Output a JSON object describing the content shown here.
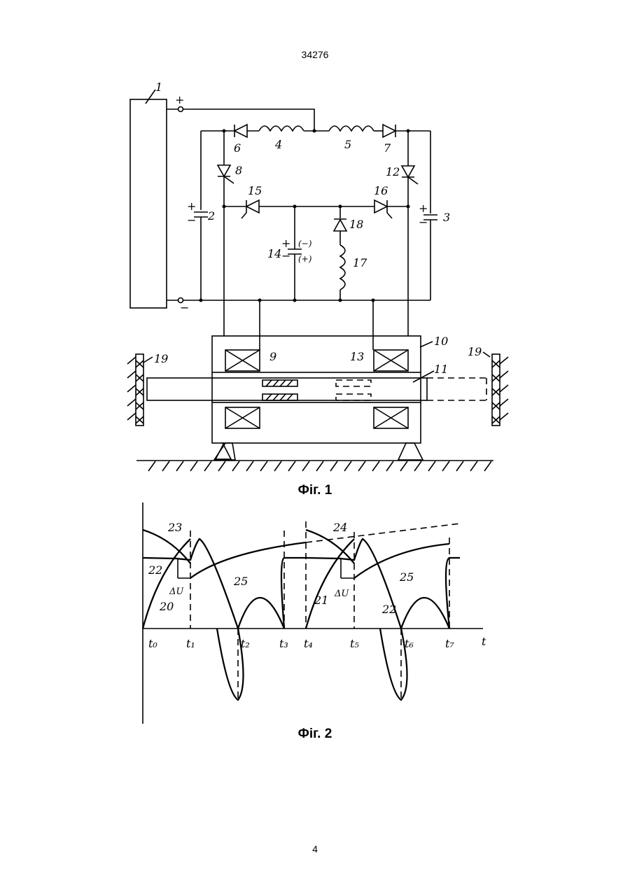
{
  "page": {
    "header_number": "34276",
    "footer_number": "4"
  },
  "figure1": {
    "caption": "Фіг. 1",
    "labels": {
      "l1": "1",
      "l2": "2",
      "l3": "3",
      "l4": "4",
      "l5": "5",
      "l6": "6",
      "l7": "7",
      "l8": "8",
      "l9": "9",
      "l10": "10",
      "l11": "11",
      "l12": "12",
      "l13": "13",
      "l14": "14",
      "l15": "15",
      "l16": "16",
      "l17": "17",
      "l18": "18",
      "l19a": "19",
      "l19b": "19",
      "plus_top": "+",
      "minus_bottom": "−",
      "c2_plus": "+",
      "c2_minus": "−",
      "c3_plus": "+",
      "c3_minus": "−",
      "c14_plus": "+",
      "c14_minus": "−",
      "c14_alt_minus": "(−)",
      "c14_alt_plus": "(+)"
    }
  },
  "figure2": {
    "caption": "Фіг. 2",
    "labels": {
      "c20": "20",
      "c21": "21",
      "c22a": "22",
      "c22b": "22",
      "c23": "23",
      "c24": "24",
      "c25a": "25",
      "c25b": "25",
      "du1": "ΔU",
      "du2": "ΔU",
      "t_axis": "t",
      "t0": "t₀",
      "t1": "t₁",
      "t2": "t₂",
      "t3": "t₃",
      "t4": "t₄",
      "t5": "t₅",
      "t6": "t₆",
      "t7": "t₇"
    }
  }
}
